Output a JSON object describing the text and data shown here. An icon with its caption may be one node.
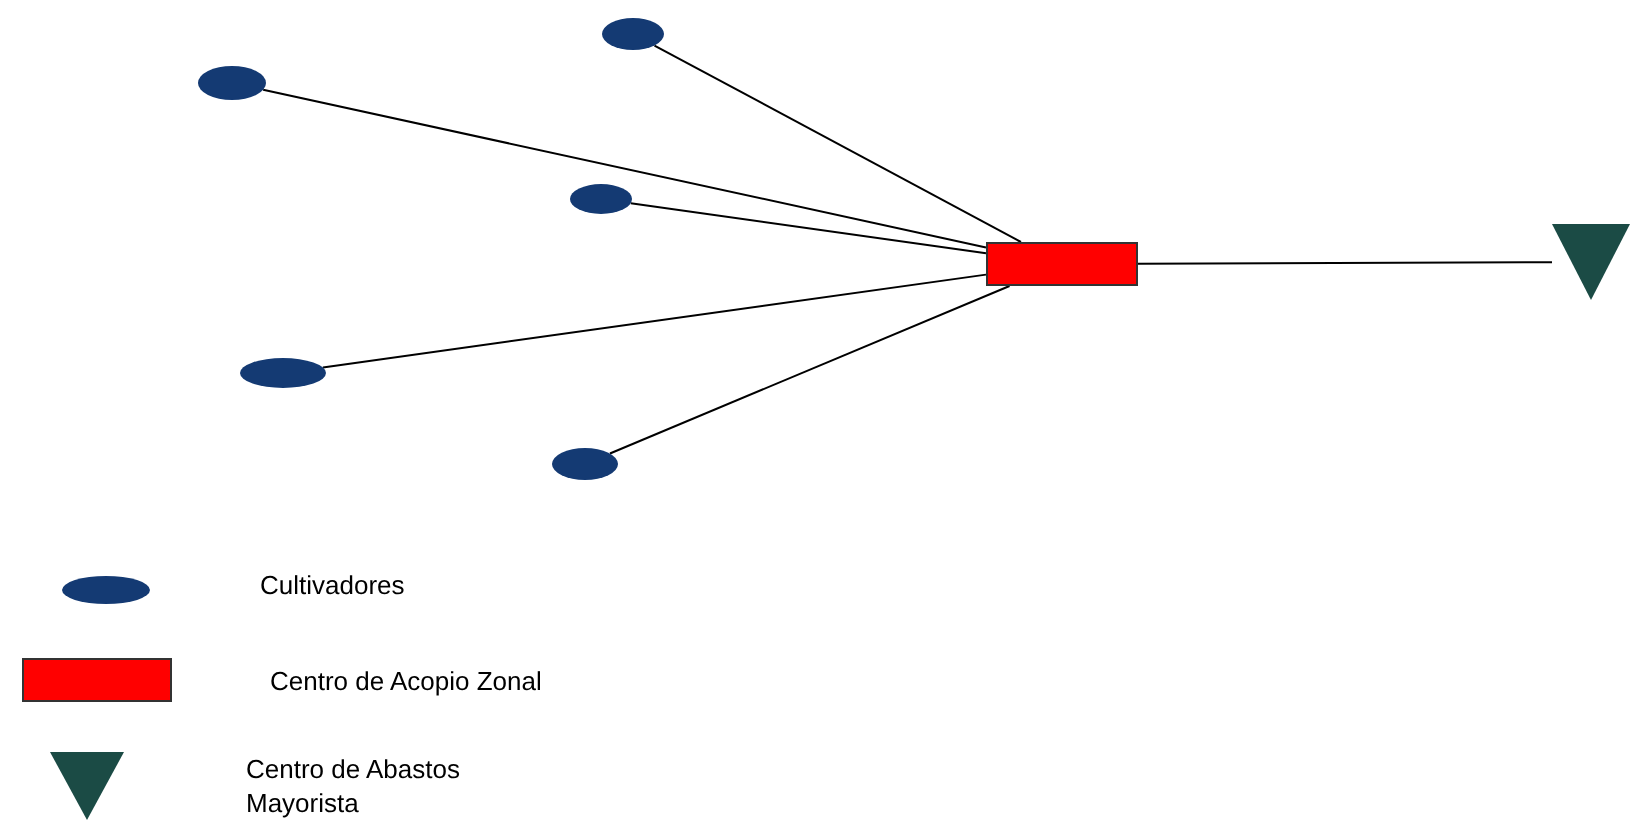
{
  "diagram": {
    "nodes": [
      {
        "text": [],
        "shape": "ellipse"
      },
      {
        "text": [],
        "shape": "ellipse"
      },
      {
        "text": [],
        "shape": "ellipse"
      },
      {
        "text": [],
        "shape": "ellipse"
      },
      {
        "text": [],
        "shape": "ellipse"
      },
      {
        "text": [],
        "shape": "box"
      },
      {
        "text": [],
        "shape": "triangle"
      }
    ],
    "edges": [
      {
        "from": 0,
        "to": 5,
        "arrow": "none"
      },
      {
        "from": 1,
        "to": 5,
        "arrow": "none"
      },
      {
        "from": 2,
        "to": 5,
        "arrow": "none"
      },
      {
        "from": 3,
        "to": 5,
        "arrow": "none"
      },
      {
        "from": 4,
        "to": 5,
        "arrow": "none"
      },
      {
        "from": 5,
        "to": 6,
        "arrow": "none"
      }
    ],
    "legend": [
      {
        "text": "Cultivadores"
      },
      {
        "text": "Centro de Acopio Zonal"
      },
      {
        "text": "Centro de Abastos Mayorista"
      }
    ]
  }
}
